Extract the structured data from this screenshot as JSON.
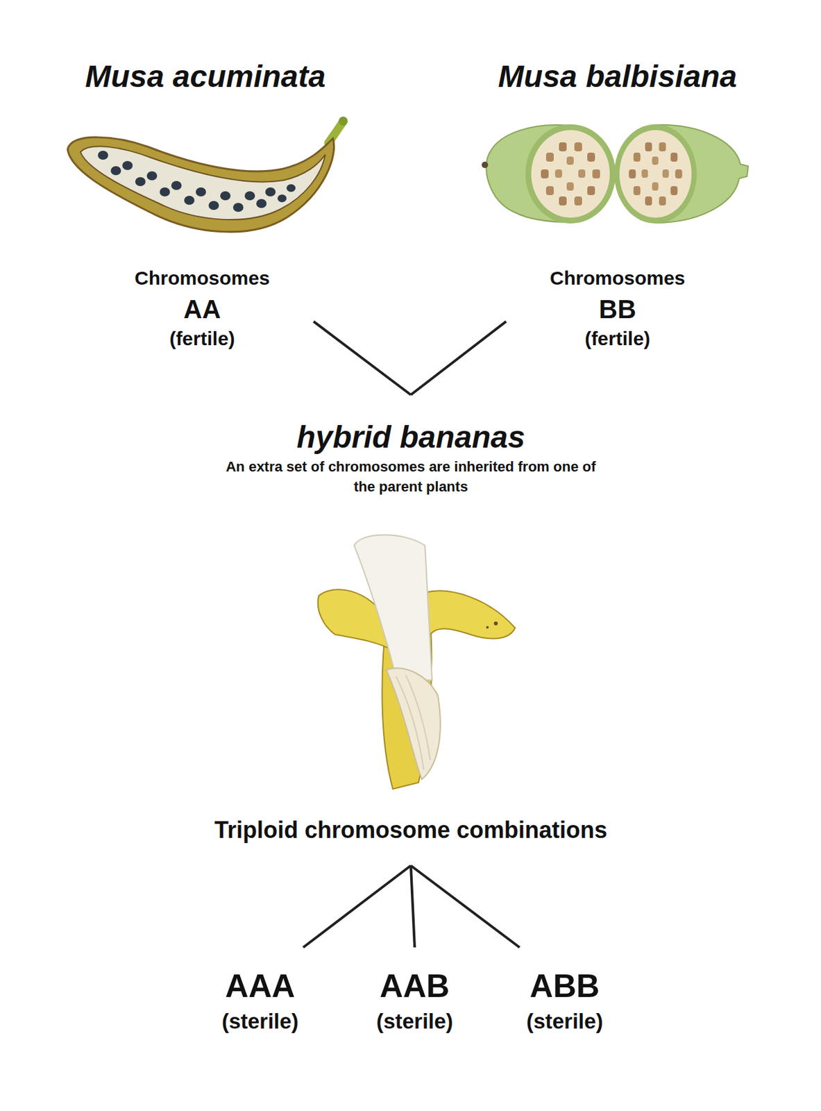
{
  "diagram": {
    "nodes": [
      {
        "text": [
          "Chromosomes",
          "AA",
          "(fertile)"
        ]
      },
      {
        "text": [
          "Chromosomes",
          "BB",
          "(fertile)"
        ]
      },
      {
        "text": [
          "hybrid bananas",
          "An extra set of chromosomes are inherited from one of the parent plants"
        ]
      },
      {
        "text": [
          "Triploid chromosome combinations"
        ]
      },
      {
        "text": [
          "AAA",
          "(sterile)"
        ]
      },
      {
        "text": [
          "AAB",
          "(sterile)"
        ]
      },
      {
        "text": [
          "ABB",
          "(sterile)"
        ]
      }
    ],
    "edges": [
      {
        "from": 0,
        "to": 2,
        "arrow": "none"
      },
      {
        "from": 1,
        "to": 2,
        "arrow": "none"
      },
      {
        "from": 3,
        "to": 4,
        "arrow": "none"
      },
      {
        "from": 3,
        "to": 5,
        "arrow": "none"
      },
      {
        "from": 3,
        "to": 6,
        "arrow": "none"
      }
    ],
    "labels": [
      "Musa acuminata",
      "Musa balbisiana"
    ]
  }
}
